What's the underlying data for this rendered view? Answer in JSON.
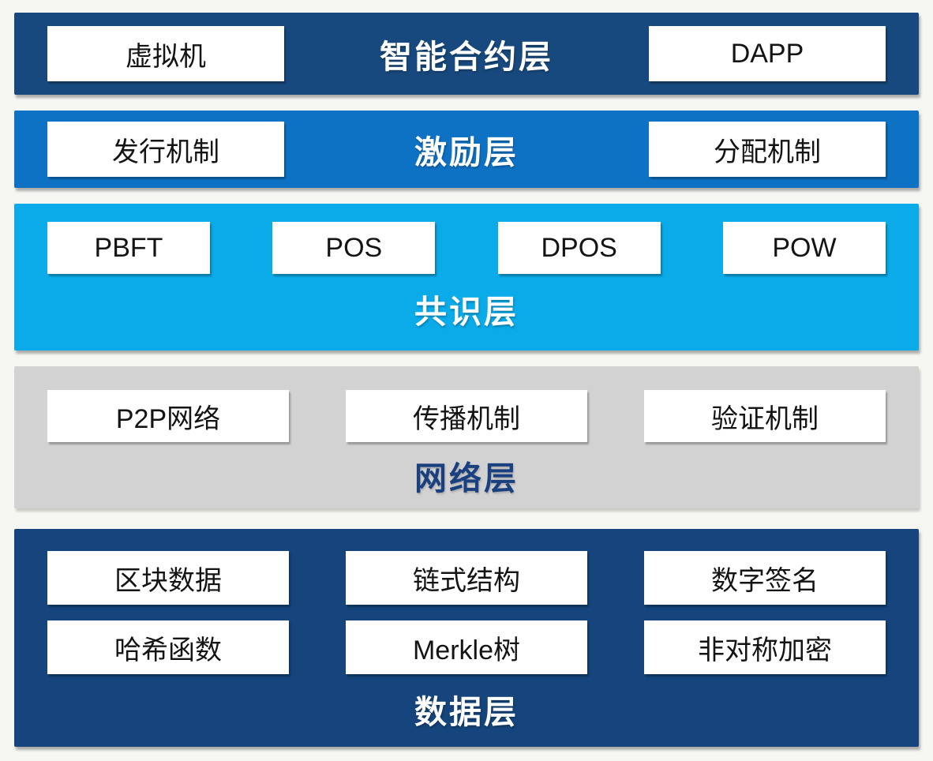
{
  "styles": {
    "page_background": "#f6f6f3",
    "box_background": "#ffffff",
    "box_text_color": "#141414"
  },
  "layers": [
    {
      "id": "smart-contract-layer",
      "title": "智能合约层",
      "band_color": "#17497e",
      "title_color": "#ffffff",
      "boxes": [
        "虚拟机",
        "DAPP"
      ]
    },
    {
      "id": "incentive-layer",
      "title": "激励层",
      "band_color": "#0e72c4",
      "title_color": "#ffffff",
      "boxes": [
        "发行机制",
        "分配机制"
      ]
    },
    {
      "id": "consensus-layer",
      "title": "共识层",
      "band_color": "#0baae9",
      "title_color": "#ffffff",
      "boxes": [
        "PBFT",
        "POS",
        "DPOS",
        "POW"
      ]
    },
    {
      "id": "network-layer",
      "title": "网络层",
      "band_color": "#d2d2d2",
      "title_color": "#1a4080",
      "boxes": [
        "P2P网络",
        "传播机制",
        "验证机制"
      ]
    },
    {
      "id": "data-layer",
      "title": "数据层",
      "band_color": "#15457c",
      "title_color": "#ffffff",
      "boxes_row1": [
        "区块数据",
        "链式结构",
        "数字签名"
      ],
      "boxes_row2": [
        "哈希函数",
        "Merkle树",
        "非对称加密"
      ]
    }
  ]
}
